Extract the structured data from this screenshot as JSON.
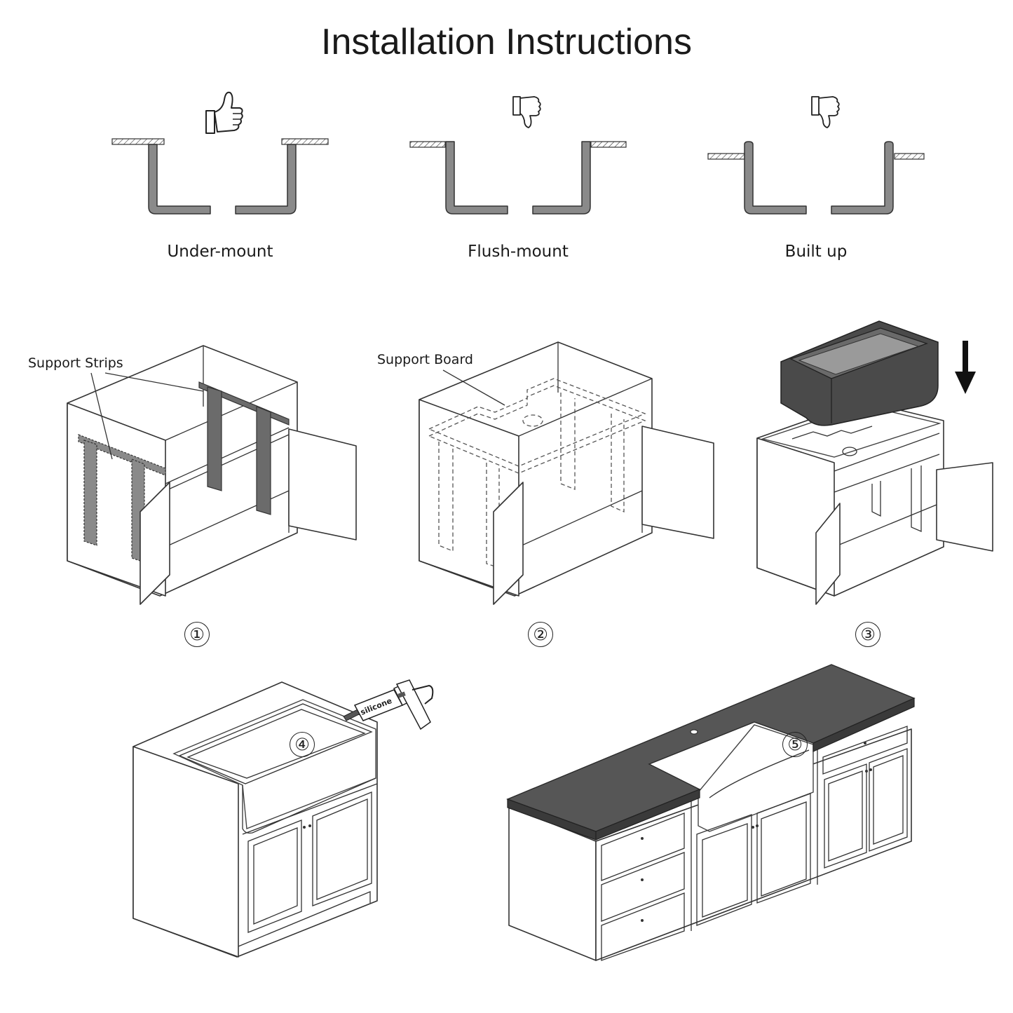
{
  "title": "Installation Instructions",
  "mount_types": [
    {
      "label": "Under-mount",
      "verdict": "thumbs-up-icon"
    },
    {
      "label": "Flush-mount",
      "verdict": "thumbs-down-icon"
    },
    {
      "label": "Built up",
      "verdict": "thumbs-down-icon"
    }
  ],
  "callouts": {
    "support_strips": "Support Strips",
    "support_board": "Support Board"
  },
  "steps": [
    "①",
    "②",
    "③",
    "④",
    "⑤"
  ],
  "caulk_label": "silicone",
  "colors": {
    "sink": "#4a4a4a",
    "countertop": "#565656",
    "support": "#6b6b6b",
    "line": "#333333"
  }
}
